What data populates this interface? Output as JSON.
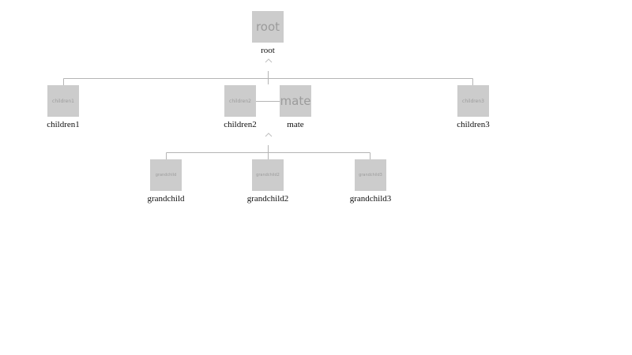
{
  "tree": {
    "root": {
      "box_text": "root",
      "caption": "root"
    },
    "children": [
      {
        "box_text": "children1",
        "caption": "children1"
      },
      {
        "box_text": "children2",
        "caption": "children2"
      },
      {
        "box_text": "children3",
        "caption": "children3"
      }
    ],
    "mate": {
      "box_text": "mate",
      "caption": "mate"
    },
    "grandchildren": [
      {
        "box_text": "grandchild",
        "caption": "grandchild"
      },
      {
        "box_text": "grandchild2",
        "caption": "grandchild2"
      },
      {
        "box_text": "grandchild3",
        "caption": "grandchild3"
      }
    ]
  },
  "colors": {
    "node_fill": "#cccccc",
    "node_text": "#9b9b9b",
    "connector": "#b5b5b5",
    "toggle": "#c0c0c0"
  },
  "icons": {
    "collapse_toggle": "chevron-up-icon"
  }
}
